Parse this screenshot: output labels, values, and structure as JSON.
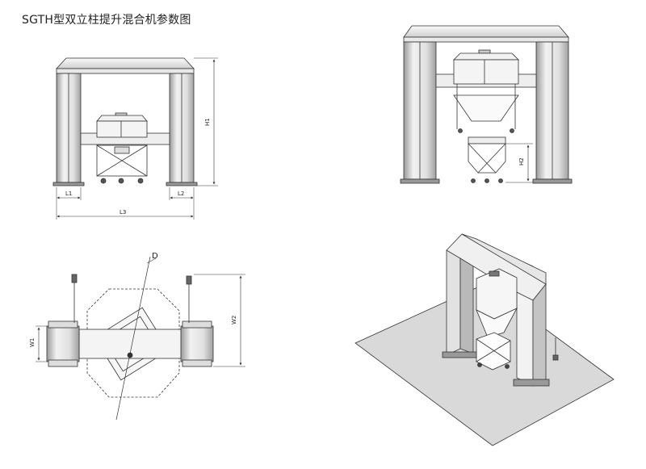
{
  "title": "SGTH型双立柱提升混合机参数图",
  "labels": {
    "l1": "L1",
    "l2": "L2",
    "l3": "L3",
    "h1": "H1",
    "h2": "H2",
    "w1": "W1",
    "w2": "W2",
    "d": "D"
  },
  "colors": {
    "line": "#333333",
    "panel": "#e6e6e6",
    "shade": "#bdbdbd",
    "floor": "#d9d9d9"
  }
}
